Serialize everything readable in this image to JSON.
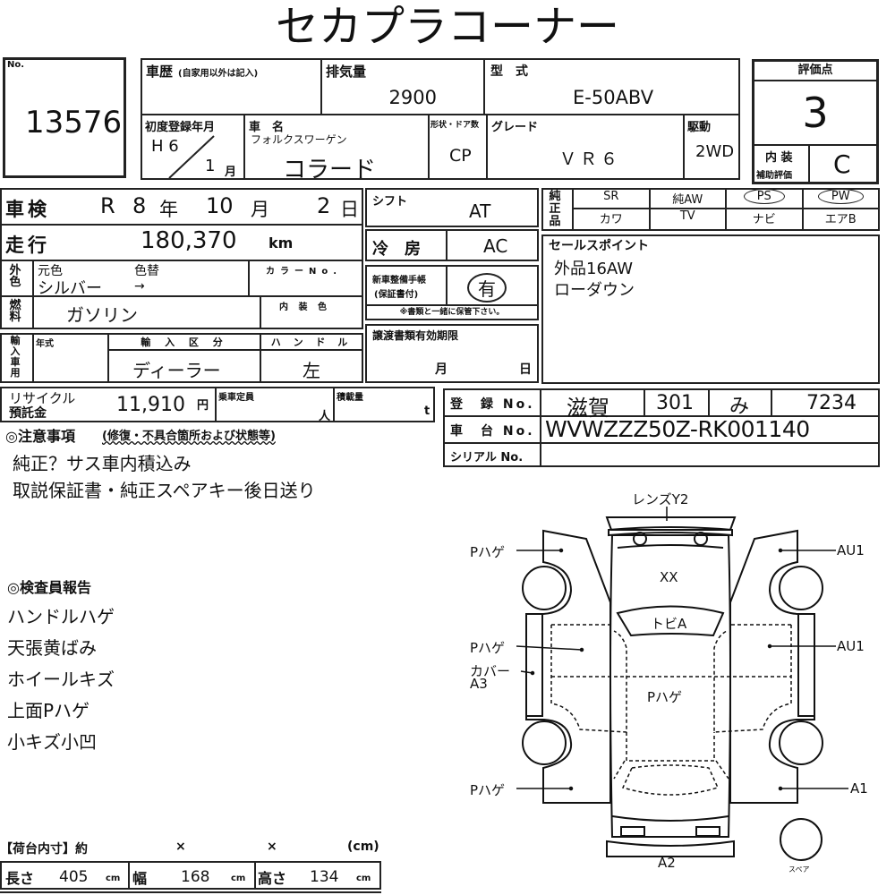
{
  "title": "セカプラコーナー",
  "lot": {
    "label": "No.",
    "value": "13576"
  },
  "history": {
    "label": "車歴",
    "note": "(自家用以外は記入)",
    "value": ""
  },
  "displacement": {
    "label": "排気量",
    "value": "2900"
  },
  "model_code": {
    "label": "型　式",
    "value": "E-50ABV"
  },
  "first_reg": {
    "label": "初度登録年月",
    "year": "H 6",
    "month": "1",
    "month_unit": "月"
  },
  "car_name": {
    "label": "車　名",
    "maker": "フォルクスワーゲン",
    "value": "コラード"
  },
  "body_doors": {
    "label": "形状・ドア数",
    "value": "CP"
  },
  "grade": {
    "label": "グレード",
    "value": "ＶＲ６"
  },
  "drive": {
    "label": "駆動",
    "value": "2WD"
  },
  "score": {
    "label": "評価点",
    "value": "3",
    "interior_label_1": "内 装",
    "interior_label_2": "補助評価",
    "interior_value": "C"
  },
  "inspection": {
    "label": "車検",
    "era": "R",
    "year": "8",
    "year_unit": "年",
    "month": "10",
    "month_unit": "月",
    "day": "2",
    "day_unit": "日"
  },
  "mileage": {
    "label": "走行",
    "value": "180,370",
    "unit": "km"
  },
  "exterior": {
    "label": "外色",
    "orig_label": "元色",
    "change_label": "色替",
    "orig_value": "シルバー",
    "change_value": "→",
    "color_no_label": "カラーNo."
  },
  "fuel": {
    "label": "燃料",
    "value": "ガソリン",
    "interior_color_label": "内 装 色"
  },
  "import": {
    "label": "輸入車用",
    "year_label": "年式",
    "class_label": "輸 入 区 分",
    "class_value": "ディーラー",
    "handle_label": "ハ ン ド ル",
    "handle_value": "左"
  },
  "recycle": {
    "label_1": "リサイクル",
    "label_2": "預託金",
    "value": "11,910",
    "unit": "円",
    "capacity_label": "乗車定員",
    "capacity_unit": "人",
    "load_label": "積載量",
    "load_unit": "t"
  },
  "shift": {
    "label": "シフト",
    "value": "AT"
  },
  "ac": {
    "label": "冷　房",
    "value": "AC"
  },
  "service_book": {
    "label_1": "新車整備手帳",
    "label_2": "(保証書付)",
    "value": "有",
    "note": "※書類と一緒に保管下さい。"
  },
  "transfer": {
    "label": "譲渡書類有効期限",
    "month_unit": "月",
    "day_unit": "日"
  },
  "genuine": {
    "label": "純正品",
    "items": [
      {
        "text": "SR",
        "circled": false
      },
      {
        "text": "純AW",
        "circled": false
      },
      {
        "text": "PS",
        "circled": true
      },
      {
        "text": "PW",
        "circled": true
      },
      {
        "text": "カワ",
        "circled": false
      },
      {
        "text": "TV",
        "circled": false
      },
      {
        "text": "ナビ",
        "circled": false
      },
      {
        "text": "エアB",
        "circled": false
      }
    ]
  },
  "sales_points": {
    "label": "セールスポイント",
    "lines": [
      "外品16AW",
      "ローダウン"
    ]
  },
  "registration": {
    "label": "登　録 No.",
    "area": "滋賀",
    "class": "301",
    "kana": "み",
    "number": "7234"
  },
  "chassis": {
    "label": "車　台 No.",
    "value": "WVWZZZ50Z-RK001140"
  },
  "serial": {
    "label": "シリアル No.",
    "value": ""
  },
  "notes": {
    "label": "◎注意事項",
    "sub": "(修復・不具合箇所および状態等)",
    "lines": [
      "純正？サス車内積込み",
      "取説保証書・純正スペアキー後日送り"
    ]
  },
  "inspector": {
    "label": "◎検査員報告",
    "lines": [
      "ハンドルハゲ",
      "天張黄ばみ",
      "ホイールキズ",
      "上面Pハゲ",
      "小キズ小凹"
    ]
  },
  "cargo": {
    "label": "【荷台内寸】約",
    "x1": "×",
    "x2": "×",
    "unit": "(cm)",
    "length_label": "長さ",
    "length": "405",
    "width_label": "幅",
    "width": "168",
    "height_label": "高さ",
    "height": "134",
    "cm": "cm"
  },
  "diagram": {
    "lens": "レンズY2",
    "xx": "XX",
    "tobi": "トビA",
    "roof": "Pハゲ",
    "left_front": "Pハゲ",
    "left_door": "Pハゲ",
    "left_sill_1": "カバー",
    "left_sill_2": "A3",
    "left_rear": "Pハゲ",
    "right_front": "AU1",
    "right_door": "AU1",
    "right_rear": "A1",
    "rear": "A2",
    "spare": "スペア"
  }
}
